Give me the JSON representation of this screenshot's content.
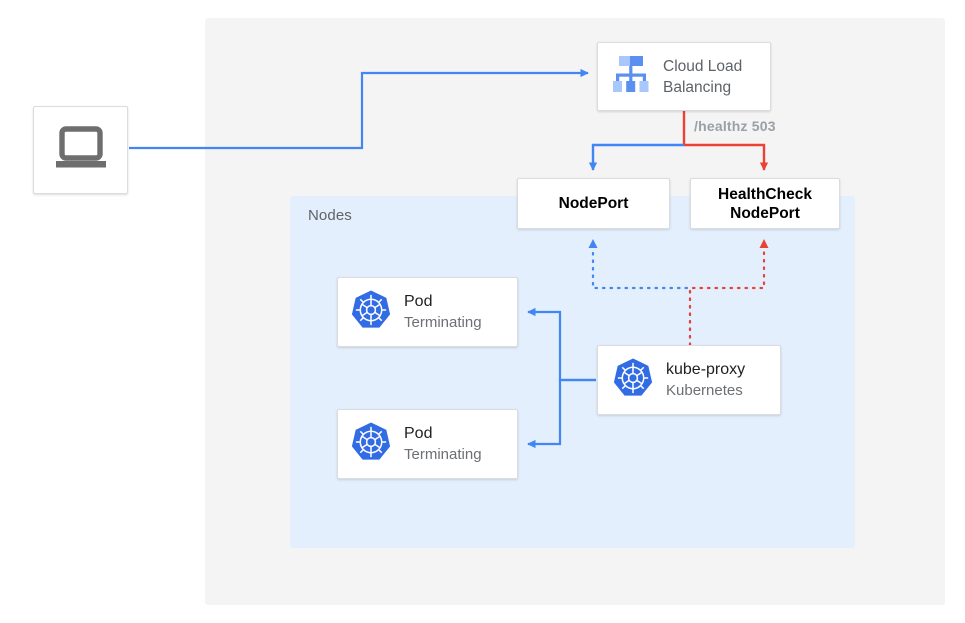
{
  "diagram": {
    "title": "Kubernetes NodePort health check failover diagram",
    "colors": {
      "blue": "#4285f4",
      "red": "#ea4335",
      "panel_outer": "#f4f4f4",
      "panel_inner": "#e3effc",
      "k8s_blue": "#326ce5",
      "grey_text": "#5f6368",
      "label_grey": "#9aa0a6"
    }
  },
  "panels": {
    "outer": {
      "label": ""
    },
    "inner": {
      "label": "Nodes"
    }
  },
  "nodes": {
    "client": {
      "icon": "laptop-icon",
      "label": ""
    },
    "load_balancer": {
      "icon": "cloud-load-balancing-icon",
      "line1": "Cloud Load",
      "line2": "Balancing"
    },
    "nodeport": {
      "label": "NodePort"
    },
    "healthcheck_nodeport": {
      "line1": "HealthCheck",
      "line2": "NodePort"
    },
    "pod_1": {
      "icon": "kubernetes-icon",
      "title": "Pod",
      "subtitle": "Terminating"
    },
    "pod_2": {
      "icon": "kubernetes-icon",
      "title": "Pod",
      "subtitle": "Terminating"
    },
    "kube_proxy": {
      "icon": "kubernetes-icon",
      "title": "kube-proxy",
      "subtitle": "Kubernetes"
    }
  },
  "edges": {
    "healthz": {
      "label": "/healthz 503"
    }
  }
}
